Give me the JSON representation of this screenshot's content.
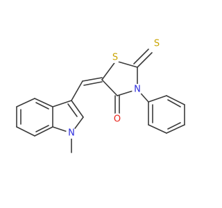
{
  "molecule": {
    "colors": {
      "bond": "#3a3a3a",
      "carbon": "#3a3a3a",
      "sulfur": "#c9a400",
      "oxygen": "#e8231a",
      "nitrogen": "#2b2bdc"
    },
    "labels": {
      "ring_sulfur": "S",
      "thione_sulfur": "S",
      "carbonyl_oxygen": "O",
      "thiazolidine_nitrogen": "N",
      "indole_nitrogen": "N"
    }
  }
}
